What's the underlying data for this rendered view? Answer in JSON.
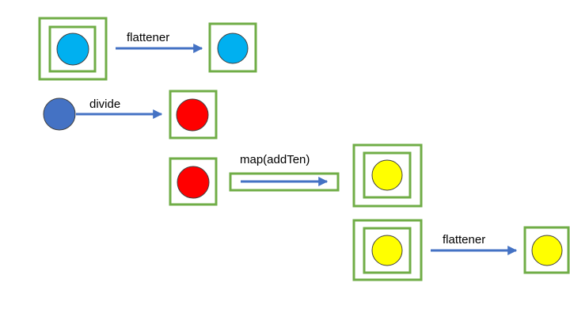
{
  "colors": {
    "box_border": "#70AD47",
    "arrow": "#4472C4",
    "circle_outline": "#404040",
    "light_blue": "#00B0F0",
    "dark_blue": "#4472C4",
    "red": "#FF0000",
    "yellow": "#FFFF00"
  },
  "labels": {
    "row1_arrow": "flattener",
    "row2_arrow": "divide",
    "row3_arrow": "map(addTen)",
    "row4_arrow": "flattener"
  }
}
